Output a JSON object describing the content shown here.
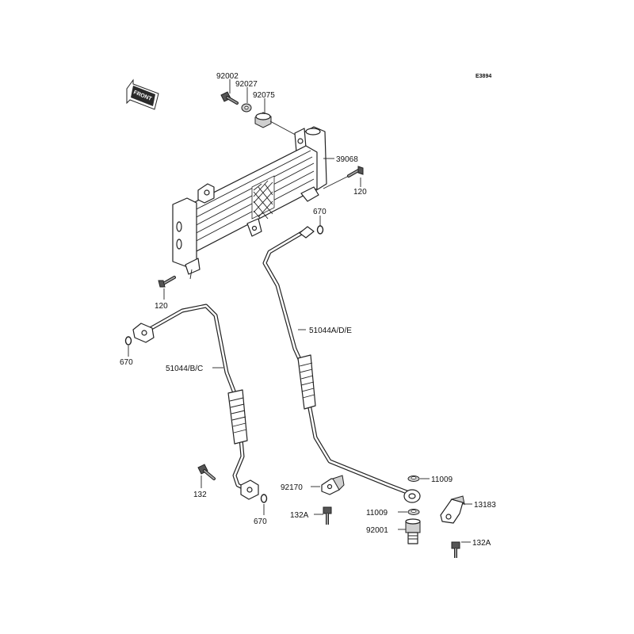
{
  "diagram": {
    "drawing_code": "E3894",
    "front_marker": "FRONT",
    "part_labels": {
      "p92002": "92002",
      "p92027": "92027",
      "p92075": "92075",
      "p39068": "39068",
      "p120_right": "120",
      "p670_upper": "670",
      "p120_left": "120",
      "p670_left": "670",
      "p51044adE": "51044A/D/E",
      "p51044bc": "51044/B/C",
      "p11009_upper": "11009",
      "p92170": "92170",
      "p13183": "13183",
      "p132": "132",
      "p132a_left": "132A",
      "p11009_lower": "11009",
      "p92001": "92001",
      "p670_lower": "670",
      "p132a_right": "132A"
    }
  }
}
